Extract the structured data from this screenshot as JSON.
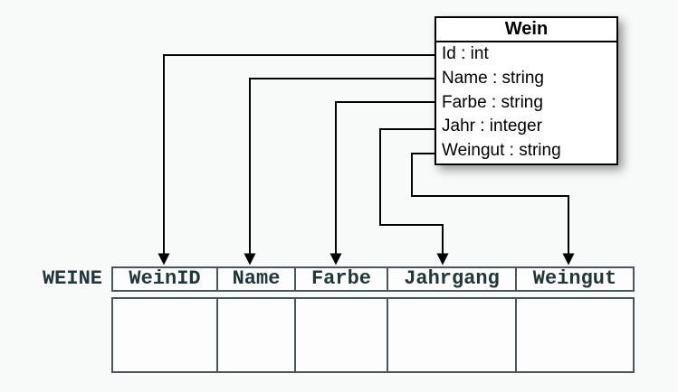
{
  "class_box": {
    "title": "Wein",
    "attributes": [
      "Id : int",
      "Name : string",
      "Farbe : string",
      "Jahr : integer",
      "Weingut : string"
    ]
  },
  "table": {
    "label": "WEINE",
    "columns": [
      "WeinID",
      "Name",
      "Farbe",
      "Jahrgang",
      "Weingut"
    ],
    "body_rows": 1,
    "body_cells_empty": true
  },
  "arrows": [
    {
      "from": "Id",
      "to": "WeinID"
    },
    {
      "from": "Name",
      "to": "Name"
    },
    {
      "from": "Farbe",
      "to": "Farbe"
    },
    {
      "from": "Jahr",
      "to": "Jahrgang"
    },
    {
      "from": "Weingut",
      "to": "Weingut"
    }
  ],
  "colors": {
    "background": "#f8f9f9",
    "line": "#000000",
    "class_border": "#000000",
    "class_fill": "#ffffff",
    "table_border": "#47585c",
    "table_text": "#223539"
  }
}
